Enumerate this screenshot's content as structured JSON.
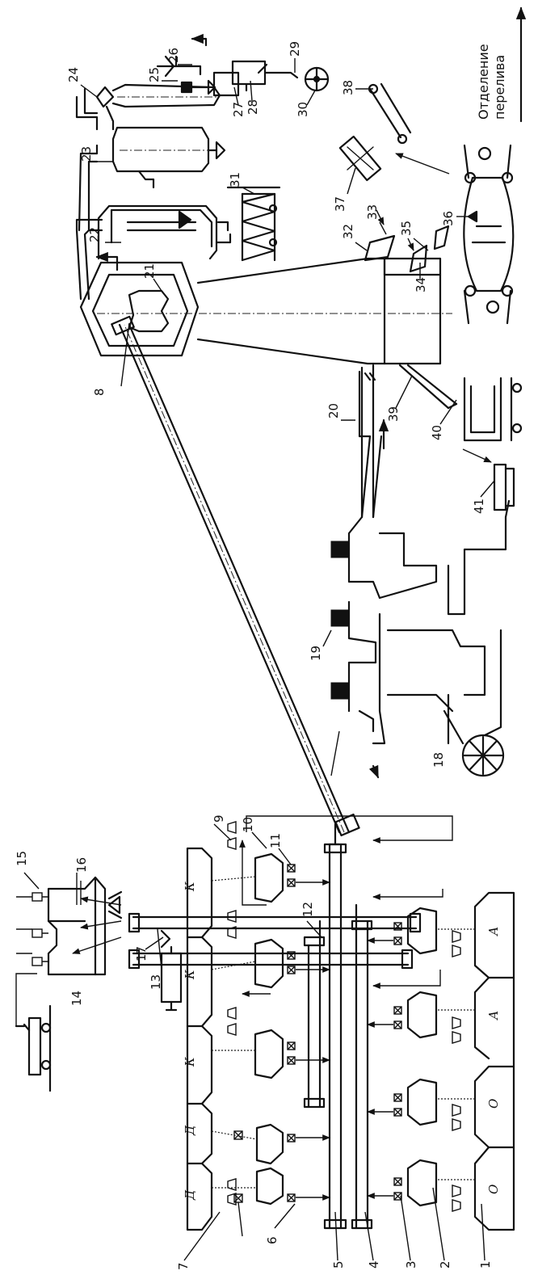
{
  "caption": {
    "line1": "Отделение",
    "line2": "перелива"
  },
  "bin_letters": [
    "Д",
    "Д",
    "К",
    "К",
    "К",
    "О",
    "О",
    "А",
    "А"
  ],
  "labels": [
    "1",
    "2",
    "3",
    "4",
    "5",
    "6",
    "7",
    "8",
    "9",
    "10",
    "11",
    "12",
    "13",
    "14",
    "15",
    "16",
    "17",
    "18",
    "19",
    "20",
    "21",
    "22",
    "23",
    "24",
    "25",
    "26",
    "27",
    "28",
    "29",
    "30",
    "31",
    "32",
    "33",
    "34",
    "35",
    "36",
    "37",
    "38",
    "39",
    "40",
    "41"
  ]
}
